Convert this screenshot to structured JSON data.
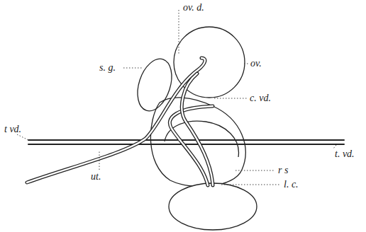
{
  "diagram": {
    "labels": [
      "ov. d.",
      "s. g.",
      "ov.",
      "c. vd.",
      "t vd.",
      "t. vd.",
      "ut.",
      "r s",
      "l. c."
    ]
  }
}
